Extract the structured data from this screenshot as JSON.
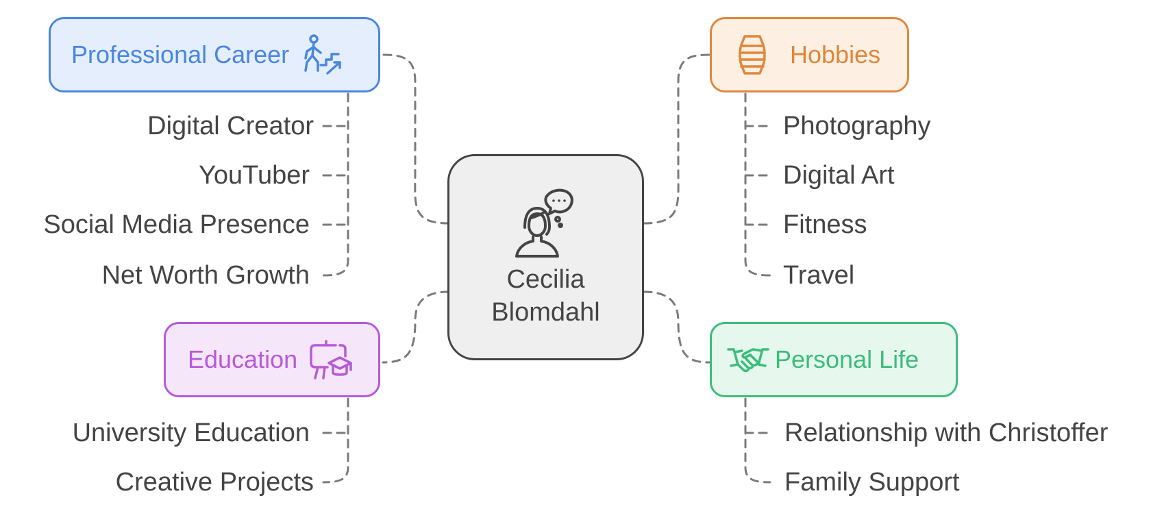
{
  "center": {
    "name_line1": "Cecilia",
    "name_line2": "Blomdahl",
    "icon": "person-thinking-icon"
  },
  "branches": {
    "career": {
      "label": "Professional Career",
      "icon": "career-growth-icon",
      "color": "#4a86e0",
      "fill": "#e4eefc",
      "items": [
        "Digital Creator",
        "YouTuber",
        "Social Media Presence",
        "Net Worth Growth"
      ]
    },
    "hobbies": {
      "label": "Hobbies",
      "icon": "hobby-icon",
      "color": "#e0863b",
      "fill": "#fdf0e2",
      "items": [
        "Photography",
        "Digital Art",
        "Fitness",
        "Travel"
      ]
    },
    "education": {
      "label": "Education",
      "icon": "graduation-board-icon",
      "color": "#b65ad8",
      "fill": "#f6e6fa",
      "items": [
        "University Education",
        "Creative Projects"
      ]
    },
    "personal": {
      "label": "Personal Life",
      "icon": "handshake-icon",
      "color": "#3cbd7a",
      "fill": "#e6f7ee",
      "items": [
        "Relationship with Christoffer",
        "Family Support"
      ]
    }
  }
}
